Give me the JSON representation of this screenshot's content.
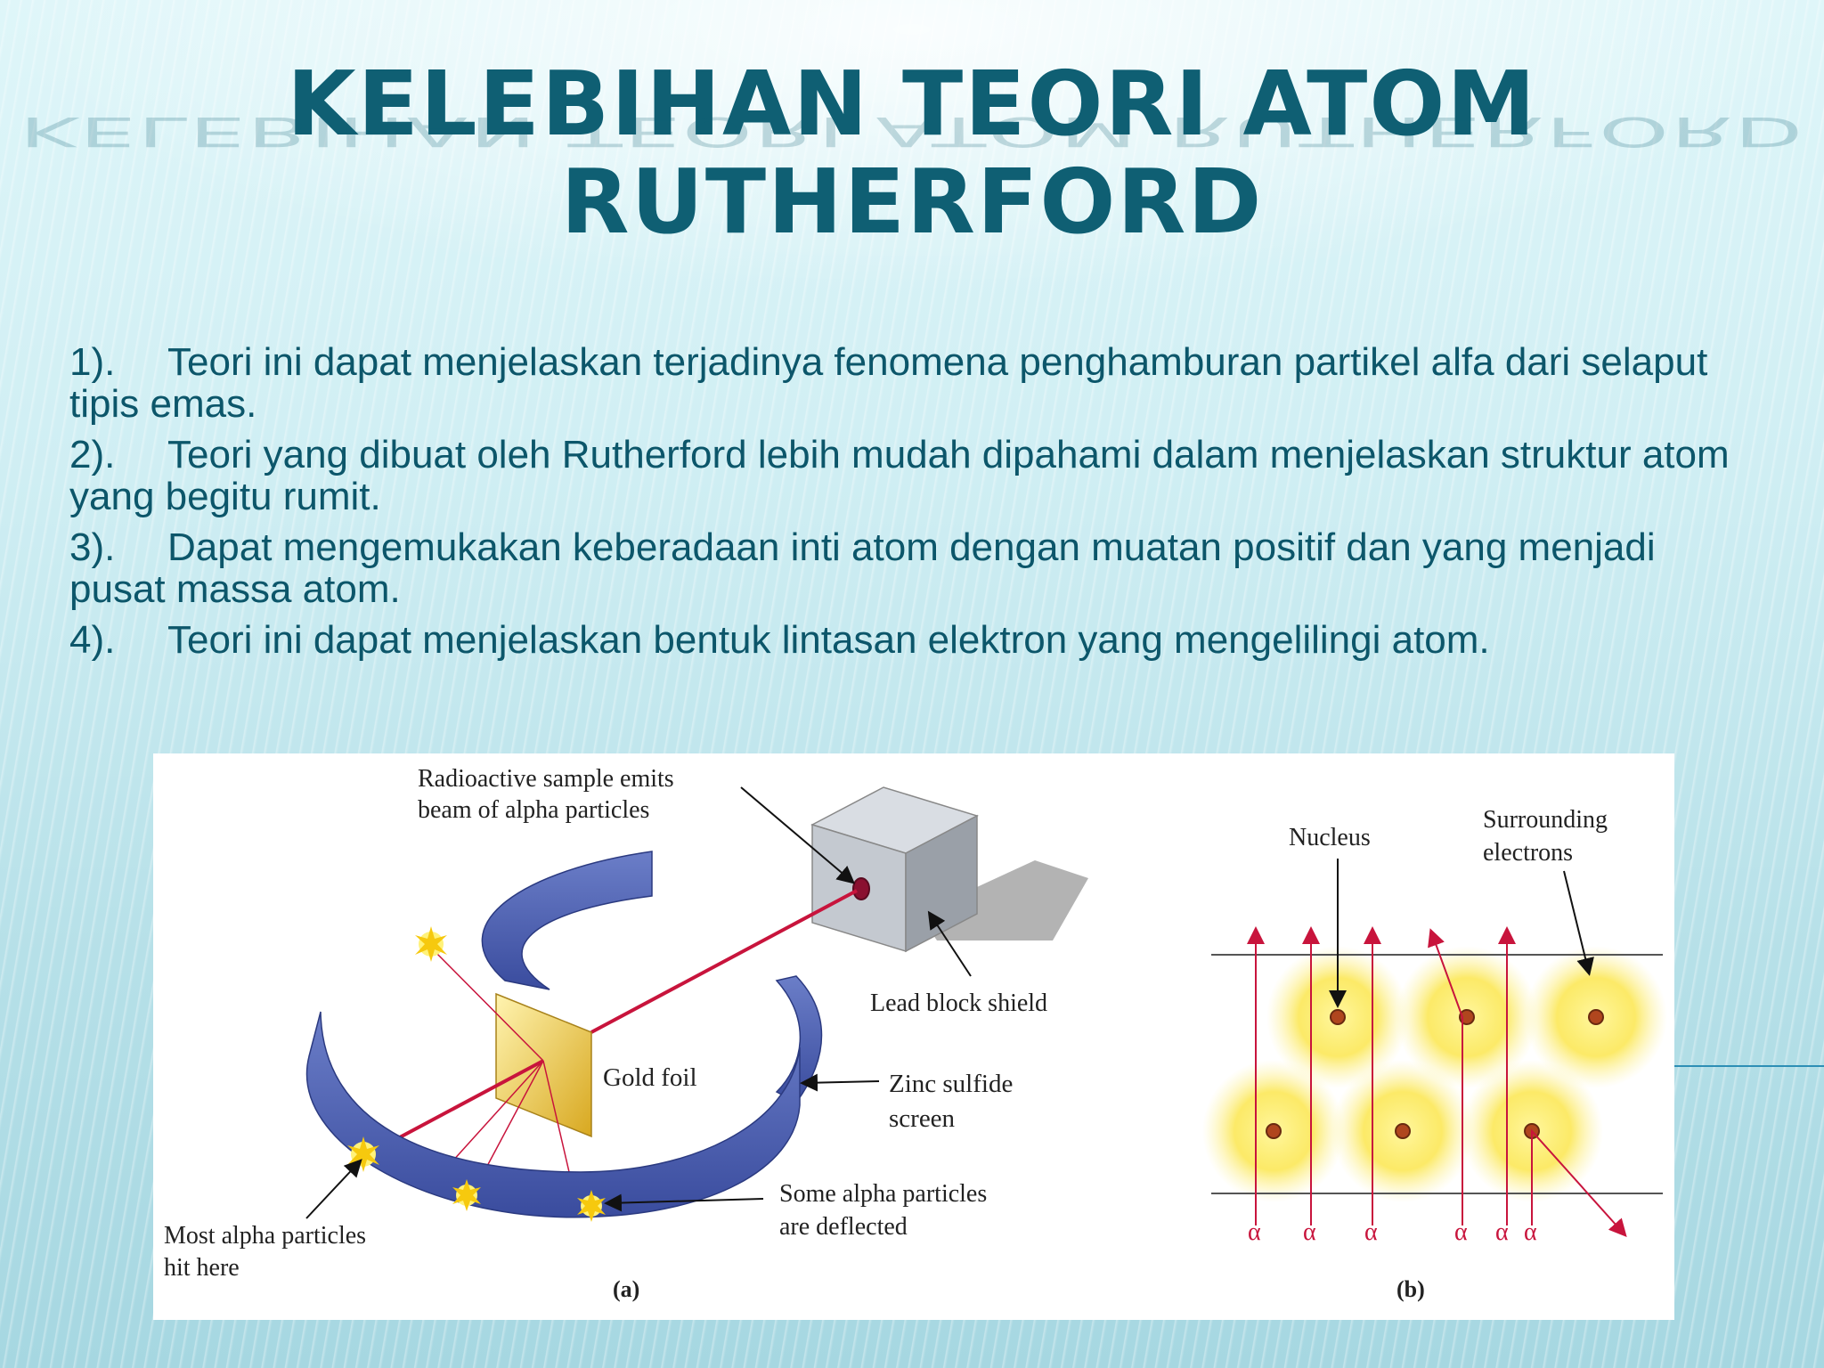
{
  "slide": {
    "title": "KELEBIHAN TEORI ATOM RUTHERFORD",
    "points": [
      {
        "num": "1).",
        "text": "Teori ini dapat menjelaskan terjadinya fenomena penghamburan partikel alfa dari selaput tipis emas."
      },
      {
        "num": "2).",
        "text": "Teori yang dibuat oleh Rutherford lebih mudah dipahami dalam menjelaskan struktur atom yang begitu rumit."
      },
      {
        "num": "3).",
        "text": "Dapat mengemukakan keberadaan inti atom dengan muatan positif dan yang menjadi pusat massa atom."
      },
      {
        "num": "4).",
        "text": "Teori ini dapat menjelaskan bentuk lintasan elektron yang mengelilingi atom."
      }
    ]
  },
  "figure": {
    "a": {
      "source_line1": "Radioactive sample emits",
      "source_line2": "beam of alpha particles",
      "lead_block": "Lead block shield",
      "gold_foil": "Gold foil",
      "zinc_line1": "Zinc sulfide",
      "zinc_line2": "screen",
      "deflected_line1": "Some alpha particles",
      "deflected_line2": "are deflected",
      "most_line1": "Most alpha particles",
      "most_line2": "hit here",
      "caption": "(a)"
    },
    "b": {
      "nucleus": "Nucleus",
      "electrons_line1": "Surrounding",
      "electrons_line2": "electrons",
      "alpha_symbol": "α",
      "caption": "(b)"
    }
  },
  "colors": {
    "title": "#0f5f73",
    "body_text": "#0c566a",
    "beam": "#c8143c",
    "screen": "#4c5fb0",
    "gold": "#e8c23a"
  }
}
